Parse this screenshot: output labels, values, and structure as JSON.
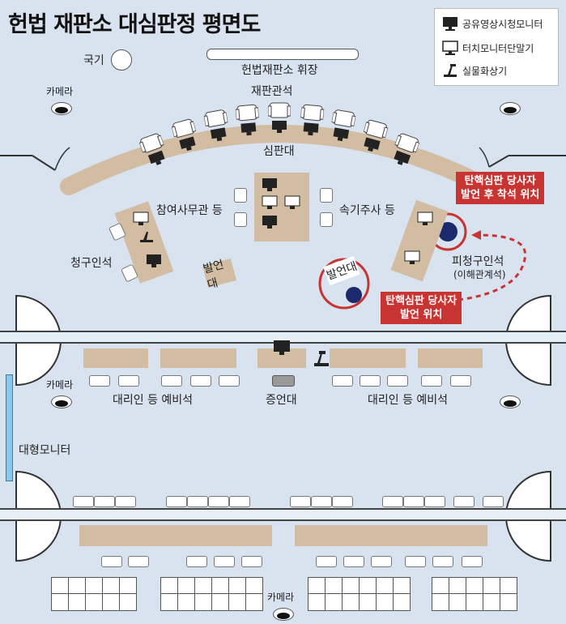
{
  "title": "헌법 재판소 대심판정 평면도",
  "legend": {
    "shared_monitor": "공유영상시청모니터",
    "touch_monitor": "터치모니터단말기",
    "visualizer": "실물화상기"
  },
  "labels": {
    "flag": "국기",
    "curtain": "헌법재판소 휘장",
    "justices": "재판관석",
    "bench": "심판대",
    "camera": "카메라",
    "staff_left": "참여사무관 등",
    "staff_right": "속기주사 등",
    "petitioner": "청구인석",
    "respondent": "피청구인석",
    "respondent_sub": "(이해관계석)",
    "podium": "발언대",
    "witness": "증언대",
    "agents_left": "대리인 등 예비석",
    "agents_right": "대리인 등 예비석",
    "big_monitor": "대형모니터"
  },
  "callouts": {
    "seat_after": "탄핵심판 당사자\n발언 후 착석 위치",
    "speak_pos": "탄핵심판 당사자\n발언 위치"
  },
  "colors": {
    "background": "#d8e3ef",
    "furniture": "#d2bda2",
    "accent_red": "#c83432"
  }
}
